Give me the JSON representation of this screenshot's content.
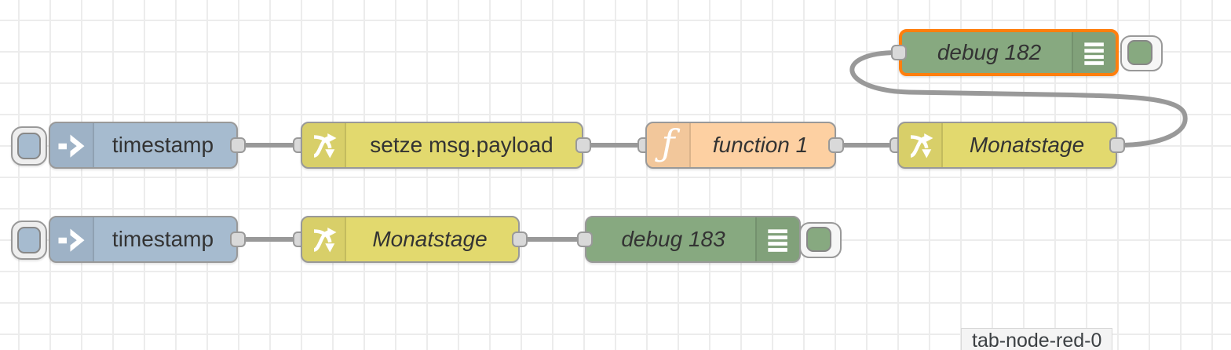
{
  "workspace": {
    "tooltip_text": "tab-node-red-0"
  },
  "colors": {
    "canvas_background": "#ffffff",
    "grid_line": "#ececec",
    "inject_node": "#a6bbcf",
    "change_node": "#e2d96e",
    "function_node": "#fdd0a2",
    "debug_node": "#87a980",
    "selected_border": "#ff7f0e",
    "node_border": "#999999",
    "wire": "#999999",
    "port_fill": "#d9d9d9",
    "label_text": "#333333"
  },
  "icons": {
    "function_glyph": "ƒ"
  },
  "nodes": [
    {
      "type": "inject",
      "label": "timestamp"
    },
    {
      "type": "change",
      "label": "setze msg.payload"
    },
    {
      "type": "function",
      "label": "function 1"
    },
    {
      "type": "change",
      "label": "Monatstage"
    },
    {
      "type": "debug",
      "label": "debug 182",
      "selected": true
    },
    {
      "type": "inject",
      "label": "timestamp"
    },
    {
      "type": "change",
      "label": "Monatstage"
    },
    {
      "type": "debug",
      "label": "debug 183"
    }
  ]
}
